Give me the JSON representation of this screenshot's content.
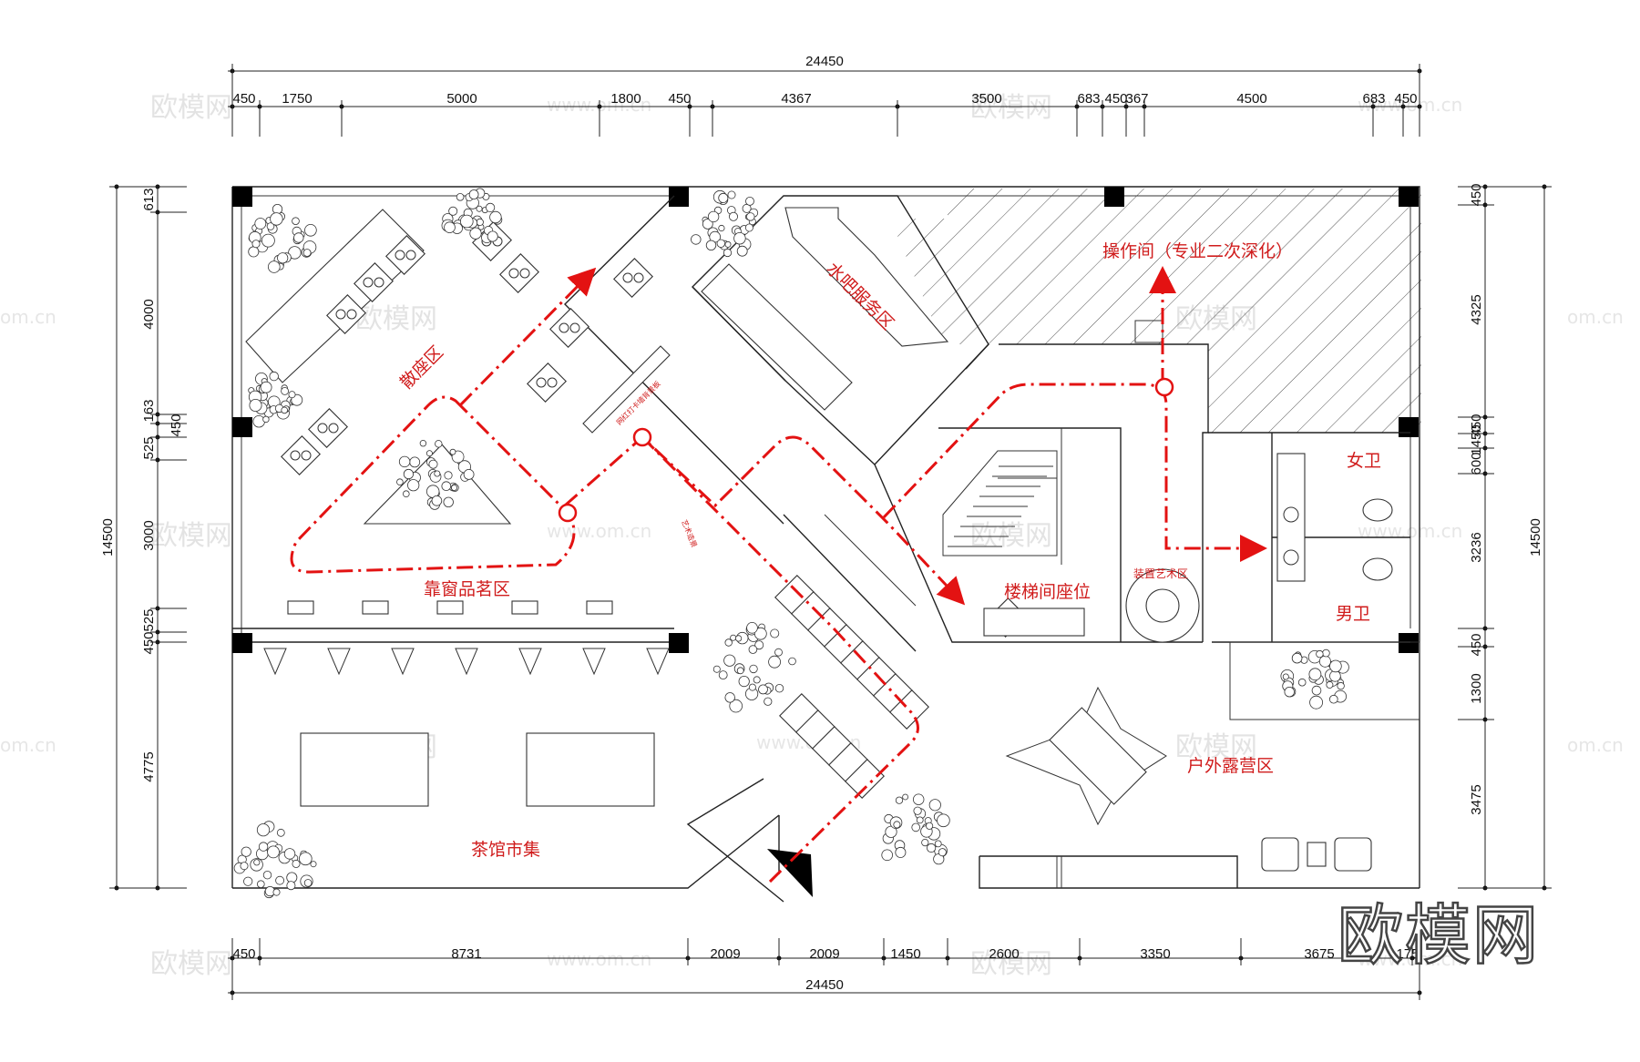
{
  "dimensions": {
    "top_total": "24450",
    "top_segments": [
      "450",
      "1750",
      "5000",
      "1800",
      "450",
      "4367",
      "3500",
      "683",
      "450",
      "367",
      "4500",
      "683",
      "450"
    ],
    "bottom_total": "24450",
    "bottom_segments": [
      "450",
      "8731",
      "2009",
      "2009",
      "1450",
      "2600",
      "3350",
      "3675",
      "175"
    ],
    "left_total": "14500",
    "left_segments": [
      "613",
      "4000",
      "163",
      "450",
      "525",
      "3000",
      "525",
      "450",
      "4775"
    ],
    "right_total": "14500",
    "right_segments": [
      "450",
      "4325",
      "450",
      "1450",
      "600",
      "3236",
      "450",
      "1300",
      "3475"
    ]
  },
  "zones": {
    "scattered_seating": "散座区",
    "window_tea": "靠窗品茗区",
    "water_bar": "水吧服务区",
    "operation_room": "操作间（专业二次深化）",
    "stair_seating": "楼梯间座位",
    "installation_art": "装置艺术区",
    "female_wc": "女卫",
    "male_wc": "男卫",
    "outdoor_camping": "户外露营区",
    "teahouse_market": "茶馆市集",
    "art_feature": "艺术造景",
    "bar_counter_label": "网红打卡墙背景板"
  },
  "watermarks": {
    "text": "欧模网",
    "url": "www.om.cn",
    "url_short": "om.cn",
    "brand": "欧模网"
  },
  "colors": {
    "route": "#e31212",
    "zone_text": "#d01c1c",
    "line": "#222222"
  }
}
